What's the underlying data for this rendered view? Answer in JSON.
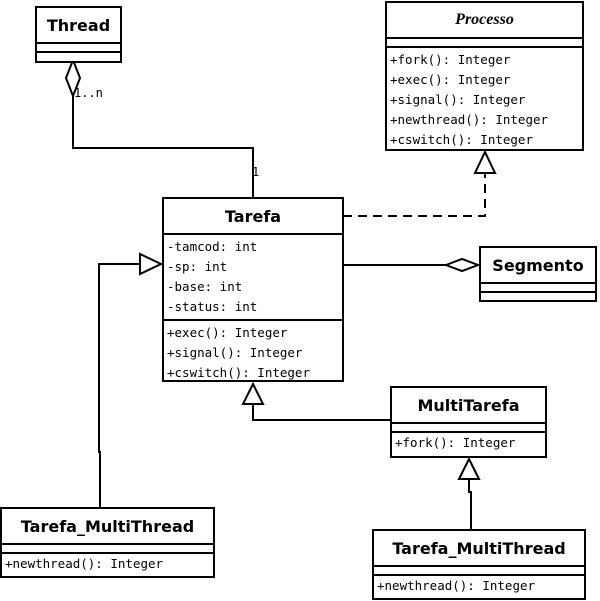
{
  "diagram": {
    "type": "UML class diagram",
    "classes": {
      "thread": {
        "name": "Thread",
        "attributes": [],
        "operations": []
      },
      "processo": {
        "name": "Processo",
        "abstract": true,
        "attributes": [],
        "operations": [
          "+fork(): Integer",
          "+exec(): Integer",
          "+signal(): Integer",
          "+newthread(): Integer",
          "+cswitch(): Integer"
        ]
      },
      "tarefa": {
        "name": "Tarefa",
        "attributes": [
          "-tamcod: int",
          "-sp: int",
          "-base: int",
          "-status: int"
        ],
        "operations": [
          "+exec(): Integer",
          "+signal(): Integer",
          "+cswitch(): Integer"
        ]
      },
      "segmento": {
        "name": "Segmento",
        "attributes": [],
        "operations": []
      },
      "multitarefa": {
        "name": "MultiTarefa",
        "attributes": [],
        "operations": [
          "+fork(): Integer"
        ]
      },
      "tarefa_multithread_left": {
        "name": "Tarefa_MultiThread",
        "attributes": [],
        "operations": [
          "+newthread(): Integer"
        ]
      },
      "tarefa_multithread_right": {
        "name": "Tarefa_MultiThread",
        "attributes": [],
        "operations": [
          "+newthread(): Integer"
        ]
      }
    },
    "relationships": [
      {
        "type": "aggregation",
        "from": "Tarefa",
        "to": "Thread",
        "multiplicity_whole": "1..n",
        "multiplicity_part": "1"
      },
      {
        "type": "realization",
        "from": "Tarefa",
        "to": "Processo"
      },
      {
        "type": "aggregation",
        "from": "Tarefa",
        "to": "Segmento"
      },
      {
        "type": "generalization",
        "from": "Tarefa_MultiThread",
        "to": "Tarefa"
      },
      {
        "type": "generalization",
        "from": "MultiTarefa",
        "to": "Tarefa"
      },
      {
        "type": "generalization",
        "from": "Tarefa_MultiThread",
        "to": "MultiTarefa"
      }
    ],
    "labels": {
      "thread_multiplicity": "1..n",
      "tarefa_multiplicity": "1"
    }
  }
}
